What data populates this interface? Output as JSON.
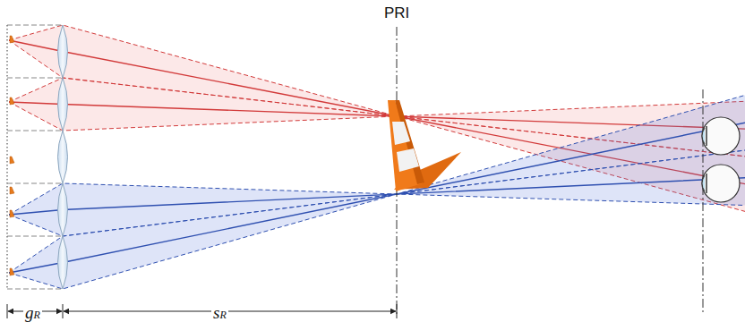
{
  "diagram": {
    "labels": [
      "PRI",
      "gR",
      "sR"
    ]
  }
}
